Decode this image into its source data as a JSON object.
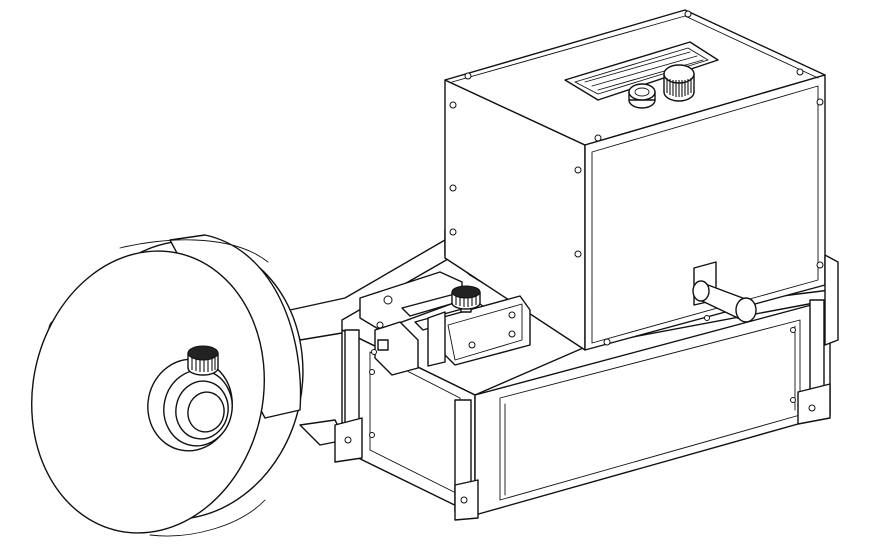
{
  "drawing": {
    "kind": "line-art",
    "style": "isometric technical illustration",
    "colors": {
      "line": "#111111",
      "fill": "#ffffff",
      "background": "#ffffff"
    },
    "components": [
      {
        "name": "tape-roll-reel"
      },
      {
        "name": "reel-hub-knob"
      },
      {
        "name": "housing-cover"
      },
      {
        "name": "display-window"
      },
      {
        "name": "control-knob"
      },
      {
        "name": "push-button"
      },
      {
        "name": "crank-handle"
      },
      {
        "name": "feed-guide-assembly"
      },
      {
        "name": "guide-thumb-screw"
      },
      {
        "name": "base-frame"
      }
    ]
  }
}
